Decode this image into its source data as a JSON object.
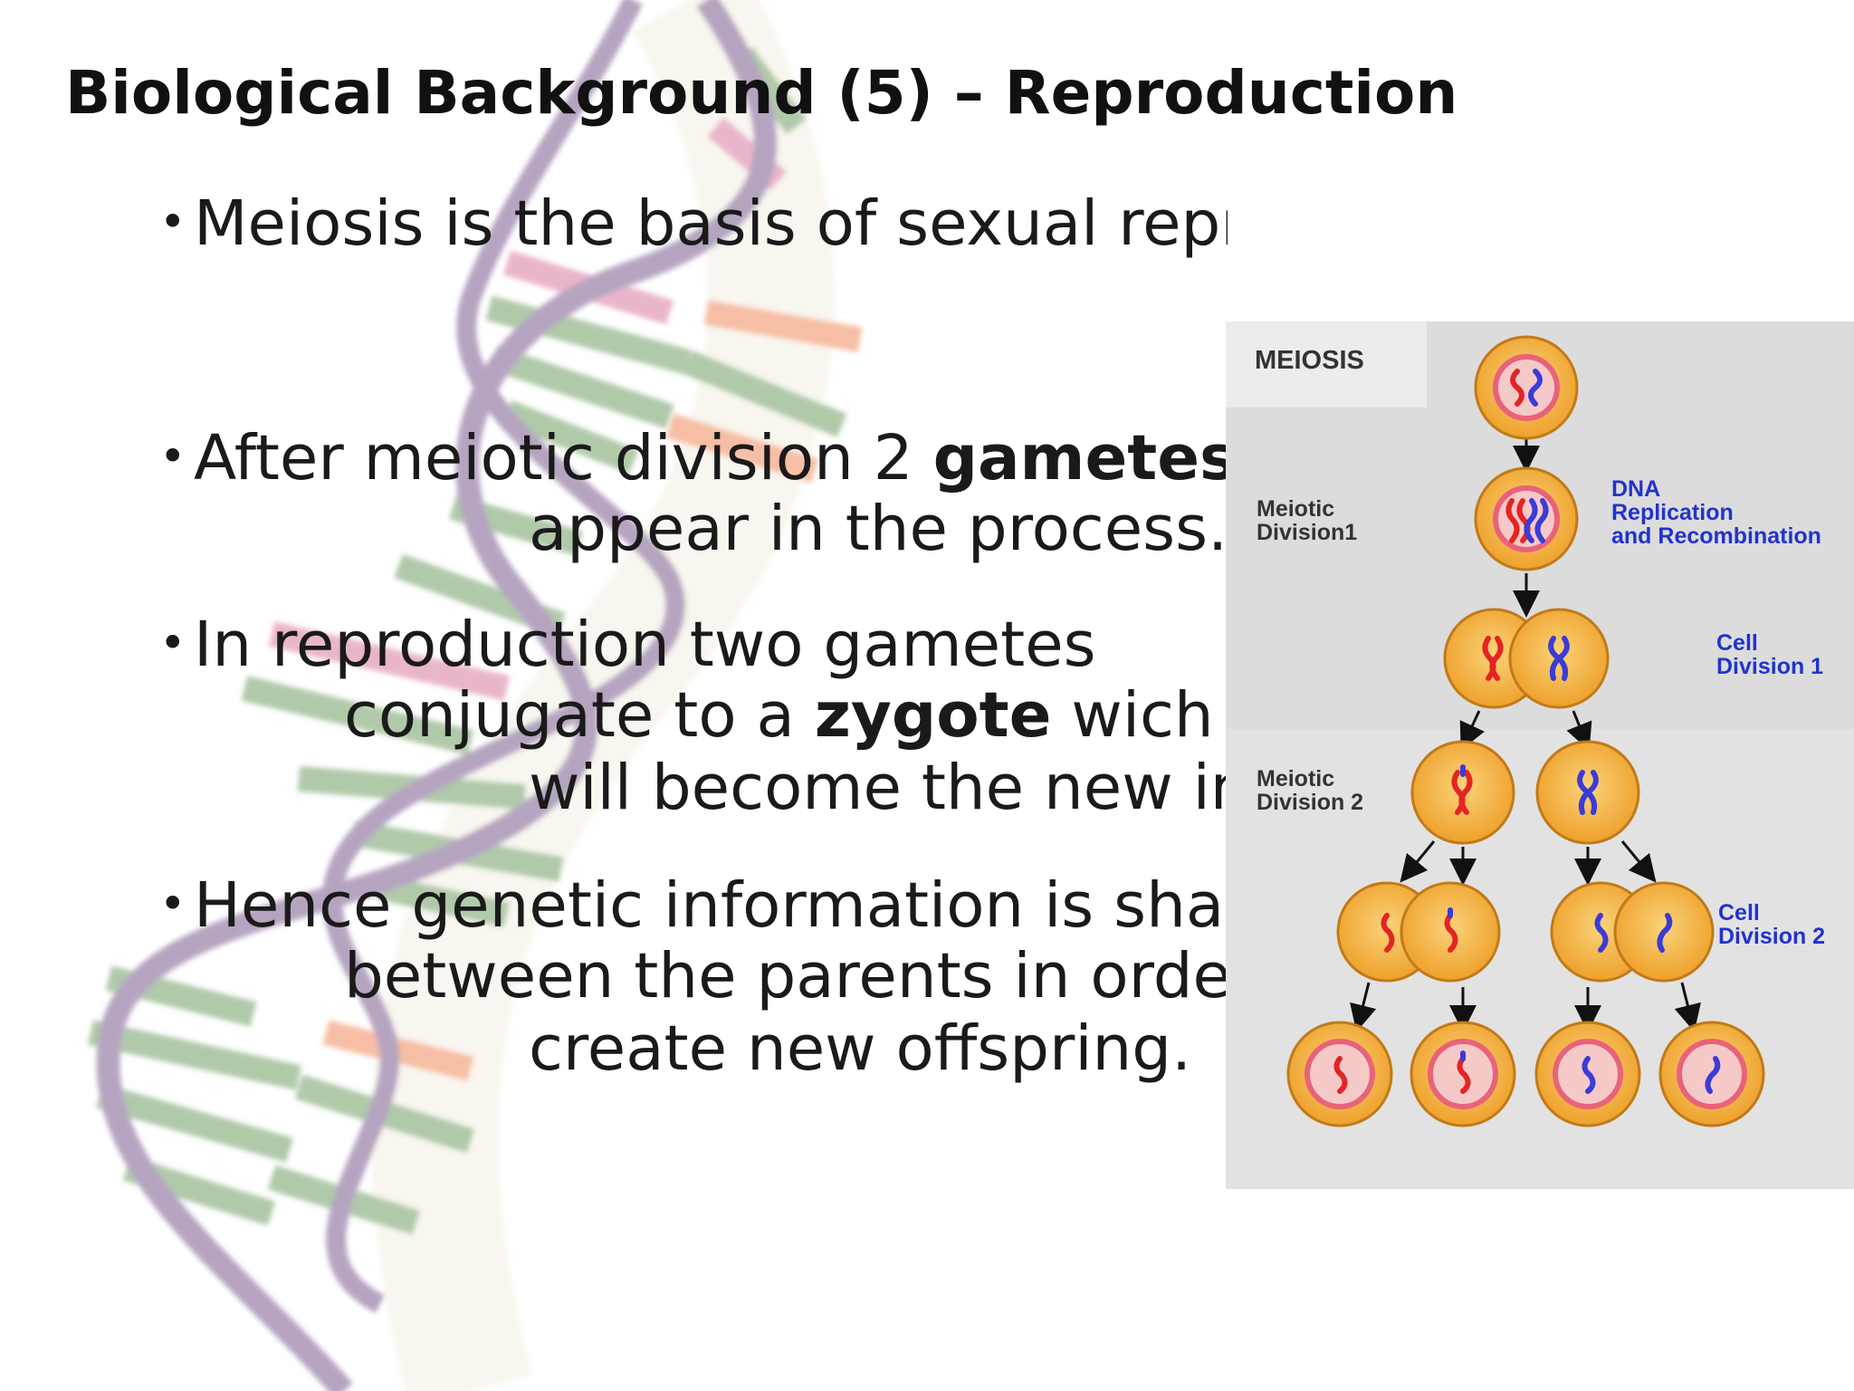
{
  "title": "Biological Background (5) – Reproduction",
  "bullet_char": "•",
  "bullets": {
    "b1": {
      "l1": "Meiosis is the basis of sexual reproduction"
    },
    "b2": {
      "l1_pre": "After meiotic division 2 ",
      "l1_bold": "gametes",
      "l2": "appear in the process."
    },
    "b3": {
      "l1": "In reproduction two gametes",
      "l2_pre": "conjugate to a ",
      "l2_bold": "zygote",
      "l2_post": " wich",
      "l3": "will become the new individual"
    },
    "b4": {
      "l1": "Hence genetic information is shared",
      "l2": "between the parents in order to",
      "l3": "create new offspring."
    }
  },
  "diagram": {
    "heading": "MEIOSIS",
    "meiotic_division_1": [
      "Meiotic",
      "Division1"
    ],
    "dna_replication": [
      "DNA",
      "Replication",
      "and Recombination"
    ],
    "cell_division_1": [
      "Cell",
      "Division 1"
    ],
    "meiotic_division_2": [
      "Meiotic",
      "Division 2"
    ],
    "cell_division_2": [
      "Cell",
      "Division 2"
    ],
    "colors": {
      "cell_outer": "#f0a830",
      "cell_ring": "#e8637a",
      "nucleus": "#f6c9c9",
      "chromosome_red": "#e32424",
      "chromosome_blue": "#3b3bd6"
    }
  }
}
